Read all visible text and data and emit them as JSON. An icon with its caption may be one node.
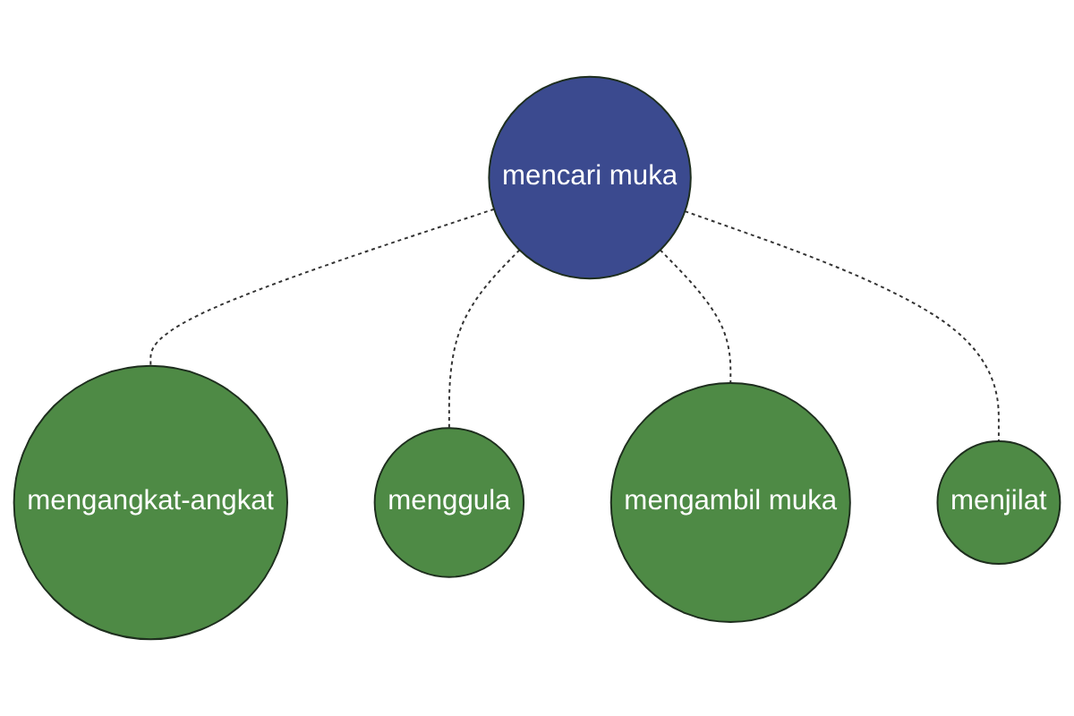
{
  "diagram": {
    "nodes": [
      {
        "text": [
          "mengangkat-angkat"
        ]
      },
      {
        "text": [
          "menggula"
        ]
      },
      {
        "text": [
          "mencari muka"
        ]
      },
      {
        "text": [
          "mengambil muka"
        ]
      },
      {
        "text": [
          "menjilat"
        ]
      }
    ],
    "edges": [
      {
        "from": 2,
        "to": 0,
        "arrow": "none",
        "style": "dashed"
      },
      {
        "from": 2,
        "to": 1,
        "arrow": "none",
        "style": "dashed"
      },
      {
        "from": 2,
        "to": 3,
        "arrow": "none",
        "style": "dashed"
      },
      {
        "from": 2,
        "to": 4,
        "arrow": "none",
        "style": "dashed"
      }
    ]
  }
}
